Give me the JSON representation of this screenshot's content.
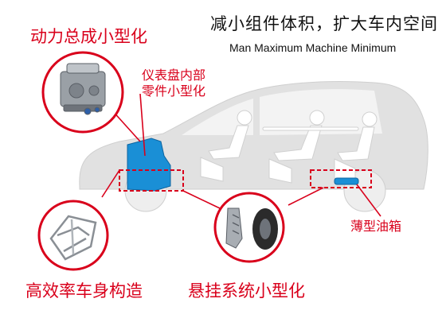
{
  "header": {
    "title_cn": "减小组件体积，扩大车内空间",
    "title_en": "Man Maximum Machine Minimum"
  },
  "callouts": {
    "powertrain": "动力总成小型化",
    "dashboard_line1": "仪表盘内部",
    "dashboard_line2": "零件小型化",
    "fuel_tank": "薄型油箱",
    "body": "高效率车身构造",
    "suspension": "悬挂系统小型化"
  },
  "colors": {
    "accent_red": "#d9001b",
    "component_blue": "#1a8fd6",
    "car_silhouette": "#e1e1e1"
  }
}
